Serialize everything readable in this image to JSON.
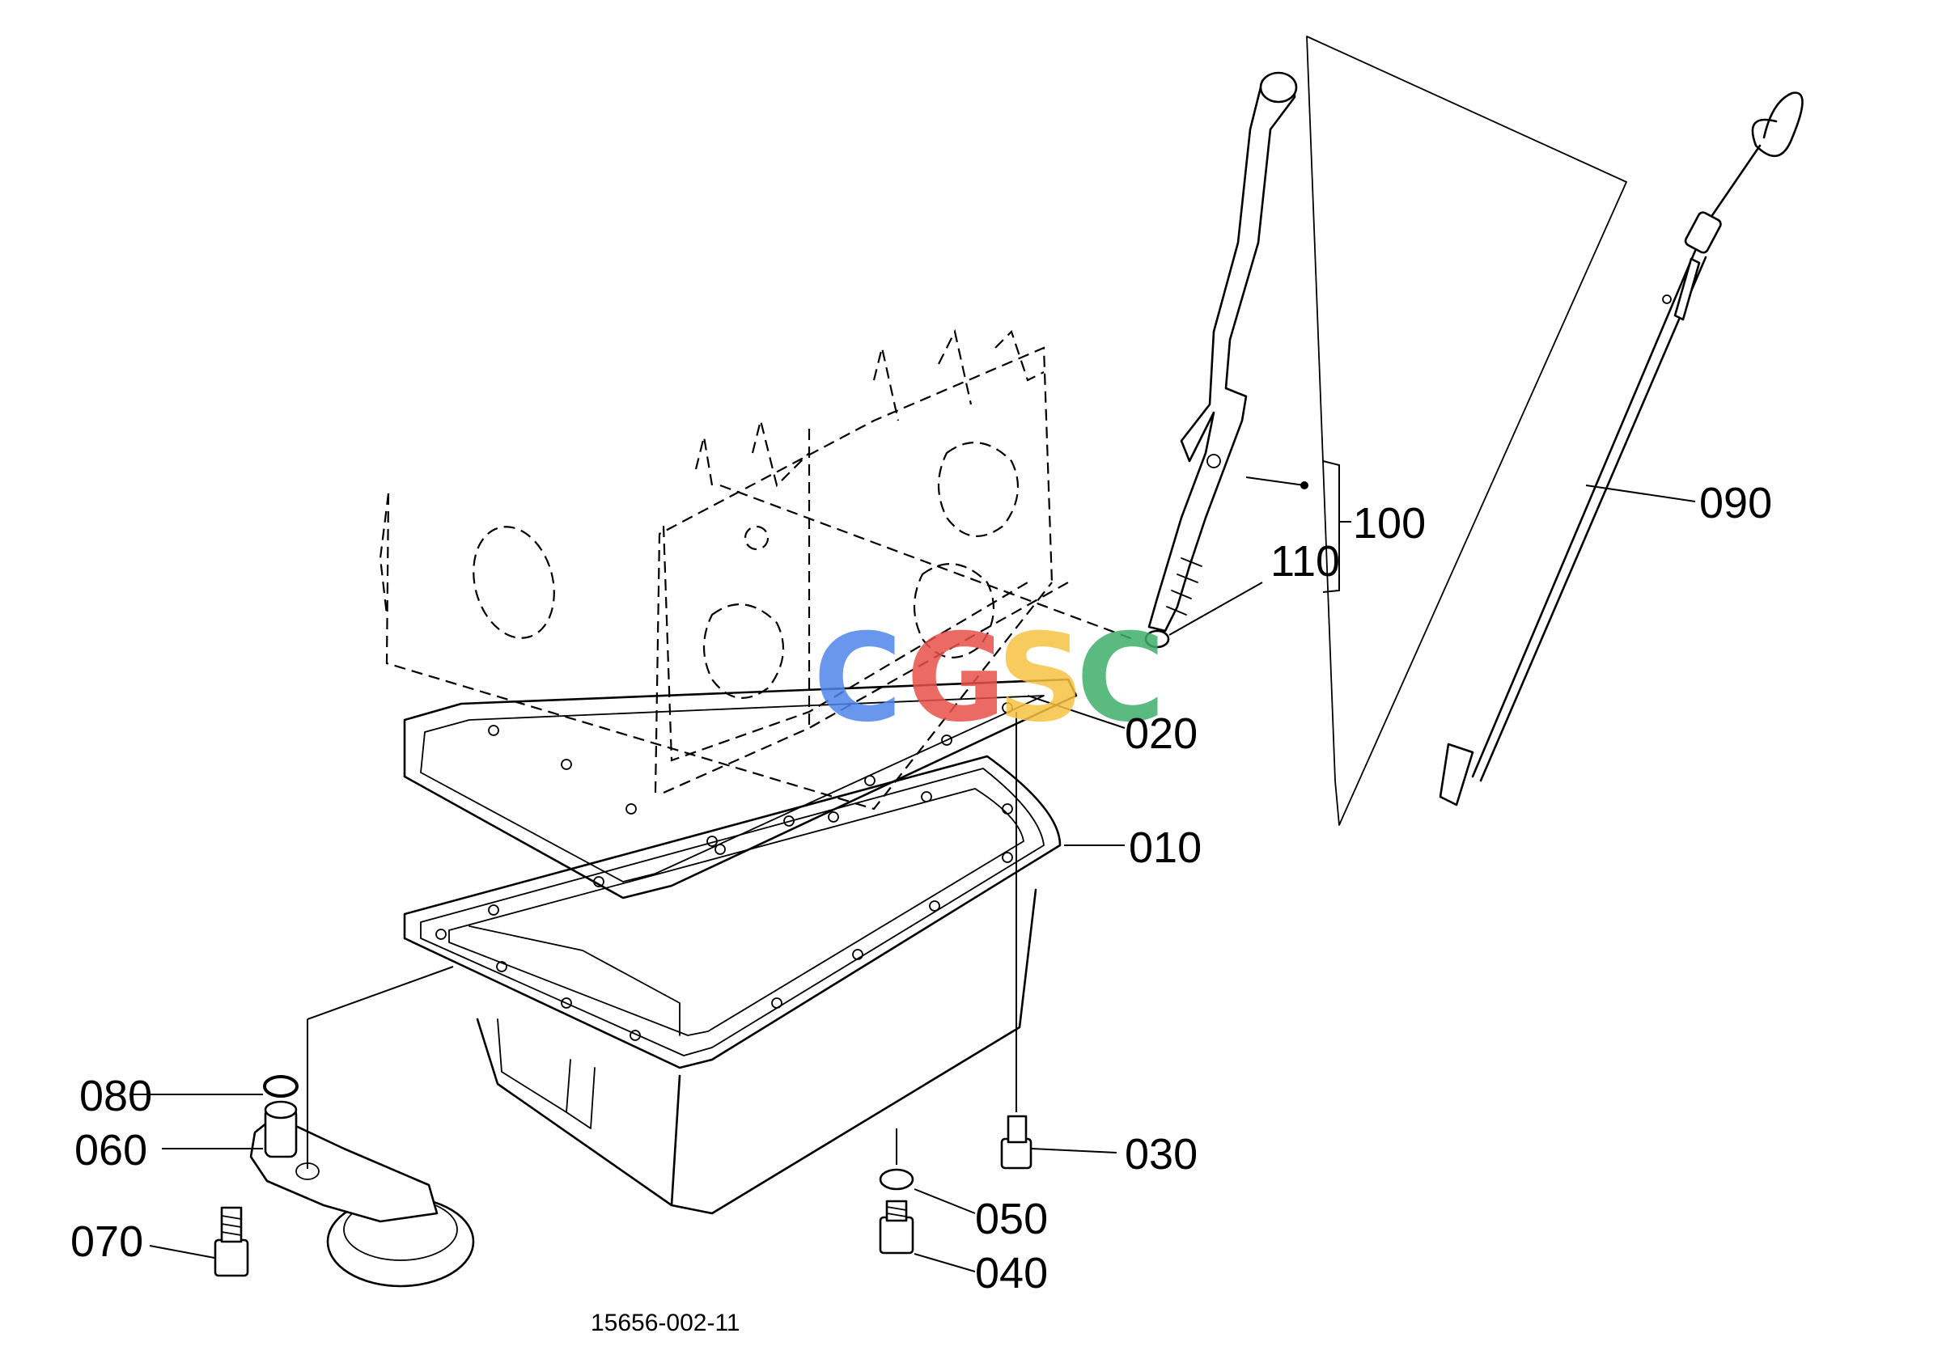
{
  "diagram_id": "15656-002-11",
  "callouts": {
    "c010": "010",
    "c020": "020",
    "c030": "030",
    "c040": "040",
    "c050": "050",
    "c060": "060",
    "c070": "070",
    "c080": "080",
    "c090": "090",
    "c100": "100",
    "c110": "110"
  },
  "watermark": {
    "letters": [
      "C",
      "G",
      "S",
      "C"
    ],
    "colors": [
      "#4f86ec",
      "#e8524a",
      "#f6c343",
      "#3fae6a"
    ]
  }
}
